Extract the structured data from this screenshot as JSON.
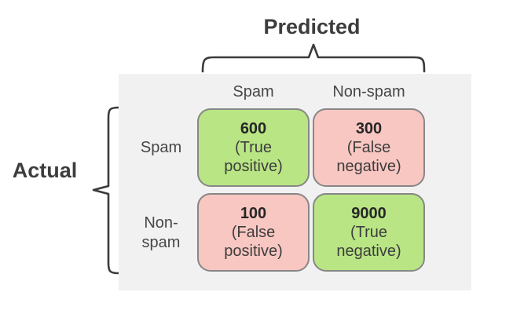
{
  "title": {
    "predicted": "Predicted",
    "actual": "Actual"
  },
  "matrix": {
    "column_headers": [
      "Spam",
      "Non-spam"
    ],
    "row_headers": [
      "Spam",
      "Non-spam"
    ],
    "cells": [
      {
        "row": "Spam",
        "column": "Spam",
        "value": "600",
        "label": "(True positive)",
        "color": "green"
      },
      {
        "row": "Spam",
        "column": "Non-spam",
        "value": "300",
        "label": "(False negative)",
        "color": "pink"
      },
      {
        "row": "Non-spam",
        "column": "Spam",
        "value": "100",
        "label": "(False positive)",
        "color": "pink"
      },
      {
        "row": "Non-spam",
        "column": "Non-spam",
        "value": "9000",
        "label": "(True negative)",
        "color": "green"
      }
    ]
  },
  "colors": {
    "panel_bg": "#f1f1f2",
    "green": "#b9e584",
    "pink": "#f9c7c2",
    "cell_border": "#878787",
    "bracket": "#3b3b3b",
    "text": "#3d3d3d"
  }
}
